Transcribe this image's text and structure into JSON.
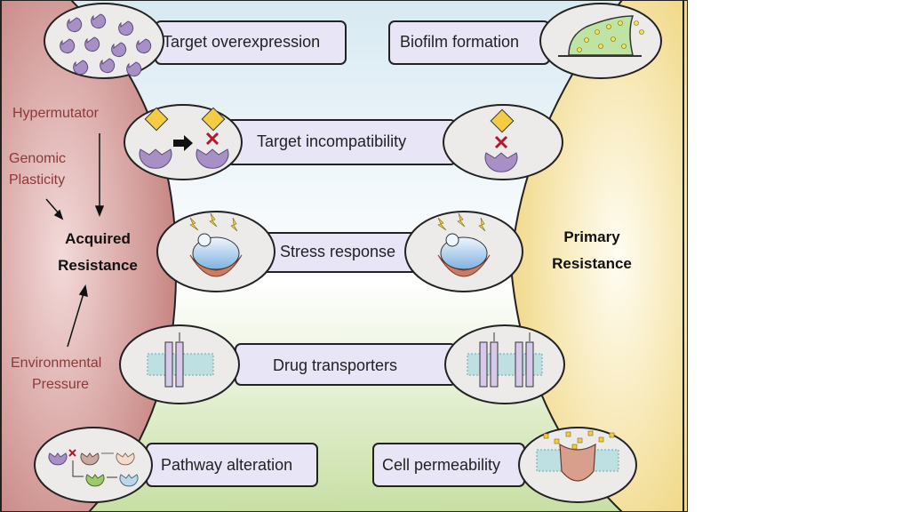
{
  "left_panel": {
    "title_line1": "Acquired",
    "title_line2": "Resistance",
    "hypermutator": "Hypermutator",
    "genomic_line1": "Genomic",
    "genomic_line2": "Plasticity",
    "env_line1": "Environmental",
    "env_line2": "Pressure"
  },
  "right_panel": {
    "title_line1": "Primary",
    "title_line2": "Resistance"
  },
  "mechanisms": {
    "target_overexpression": "Target overexpression",
    "biofilm_formation": "Biofilm formation",
    "target_incompatibility": "Target incompatibility",
    "stress_response": "Stress response",
    "drug_transporters": "Drug transporters",
    "pathway_alteration": "Pathway alteration",
    "cell_permeability": "Cell permeability"
  },
  "colors": {
    "acquired_region": "#c98784",
    "primary_region": "#f1d77e",
    "label_box": "#e8e6f6",
    "protein": "#a890c6",
    "membrane": "#9ec8cc"
  }
}
